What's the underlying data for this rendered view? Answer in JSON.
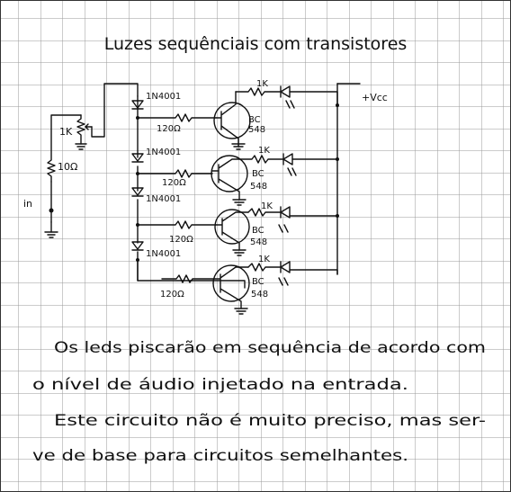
{
  "title": "Luzes sequênciais com transistores",
  "supply_label": "+Vcc",
  "input_label": "in",
  "resistors": {
    "pot": "1K",
    "input": "10Ω",
    "base": "120Ω",
    "led": "1K"
  },
  "diode_label": "1N4001",
  "transistor": {
    "line1": "BC",
    "line2": "548"
  },
  "paragraph": {
    "line1": "Os leds piscarão em sequência de acordo com",
    "line2": "o nível de áudio injetado na entrada.",
    "line3": "Este circuito não é muito preciso, mas ser-",
    "line4": "ve de base para circuitos semelhantes."
  }
}
